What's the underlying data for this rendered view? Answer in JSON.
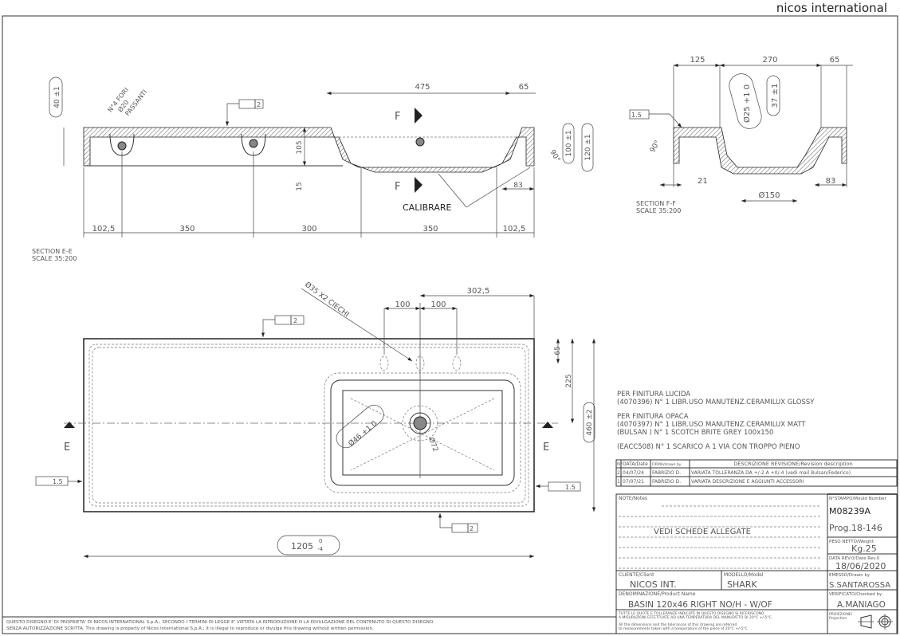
{
  "logo": "nicos international",
  "section_ee": {
    "label": "SECTION E-E",
    "scale": "SCALE 35:200",
    "dims": {
      "d475": "475",
      "d65": "65",
      "d40": "40 ±1",
      "d105": "105",
      "d15": "15",
      "d100": "100 ±1",
      "d120": "120 ±1",
      "d83": "83",
      "angle": "90°",
      "bottom": [
        "102,5",
        "350",
        "300",
        "350",
        "102,5"
      ]
    },
    "holes_note": [
      "N°4 FORI",
      "Ø20",
      "PASSANTI"
    ],
    "flatness": "2",
    "section_mark": "F",
    "calibrare": "CALIBRARE"
  },
  "section_ff": {
    "label": "SECTION F-F",
    "scale": "SCALE 35:200",
    "dims": {
      "d125": "125",
      "d270": "270",
      "d65": "65",
      "d25": "Ø25 +1 0",
      "d37": "37 ±1",
      "d21": "21",
      "d83": "83",
      "d150": "Ø150",
      "angle": "90°"
    },
    "flatness": "1.5"
  },
  "plan": {
    "dims": {
      "d302": "302,5",
      "d100a": "100",
      "d100b": "100",
      "d65": "65",
      "d225": "225",
      "d460": "460 ±2",
      "d1205": "1205",
      "tol_up": "0",
      "tol_dn": "-4",
      "d46": "Ø46 +1 0",
      "d72": "Ø72"
    },
    "holes_note": "Ø35 X2 CIECHI",
    "flatness_top": "2",
    "flatness_bottom": "2",
    "flatness_left": "1.5",
    "flatness_right": "1.5",
    "section_mark": "E"
  },
  "notes_block": [
    "PER FINITURA LUCIDA",
    "(4070396) N° 1 LIBR.USO MANUTENZ.CERAMILUX GLOSSY",
    "PER FINITURA OPACA",
    "(4070397) N° 1 LIBR.USO MANUTENZ.CERAMILUX MATT",
    "(BULSAN ) N° 1 SCOTCH BRITE GREY 100x150",
    "(EACC508) N° 1 SCARICO A 1 VIA CON TROPPO PIENO"
  ],
  "revisions": {
    "headers": [
      "N°",
      "DATA/Date",
      "FIRMA/drawn by",
      "DESCRIZIONE REVISIONE/Revision description"
    ],
    "rows": [
      [
        "2",
        "04/07/24",
        "FABRIZIO D.",
        "VARIATA TOLLERANZA DA +/-2 A +0/-4 (vedi mail Bulsan/Federico)"
      ],
      [
        "1",
        "07/07/21",
        "FABRIZIO D.",
        "VARIATA DESCRIZIONE E AGGIUNTI ACCESSORI"
      ]
    ]
  },
  "title_block": {
    "notes_label": "NOTE/Notes",
    "notes_value": "VEDI SCHEDE ALLEGATE",
    "mould_label": "N°STAMPO/Mould Number",
    "mould": "M08239A",
    "prog": "Prog.18-146",
    "weight_label": "PESO NETTO/Weight",
    "weight": "Kg.25",
    "date_label": "DATA REV.0/Date Rev.0",
    "date": "18/06/2020",
    "client_label": "CLIENTE/Client",
    "client": "NICOS INT.",
    "model_label": "MODELLO/Model",
    "model": "SHARK",
    "drawn_label": "EMESSO/Drawn by",
    "drawn": "S.SANTAROSSA",
    "product_label": "DENOMINAZIONE/Product Name",
    "product": "BASIN 120x46 RIGHT NO/H - W/OF",
    "checked_label": "VERIFICATO/Checked by",
    "checked": "A.MANIAGO",
    "tol_it": [
      "TUTTE LE QUOTE E TOLLERANZE INDICATE IN QUESTO DISEGNO SI RIFERISCONO",
      "A MISURAZIONI EFFETTUATE AD UNA TEMPERATURA DEL MANUFATTO DI 20°C +/-5°C."
    ],
    "tol_en": [
      "All the dimensions and the tolerances of this drawing are referred",
      "to measurements taken with a temperature of the piece of 20°C +/-5°C."
    ],
    "projection_label": [
      "PROIEZIONE/",
      "Projection"
    ]
  },
  "footer": [
    "QUESTO DISEGNO E' DI PROPRIETA' DI NICOS INTERNATIONAL S.p.A.; SECONDO I TERMINI DI LEGGE E' VIETATA LA RIPRODUZIONE O LA DIVULGAZIONE DEL CONTENUTO DI QUESTO DISEGNO",
    "SENZA AUTORIZZAZIONE SCRITTA. This drawing is property of Nicos International S.p.A.; it is illegal to reproduce or divulge this drawing without written permission."
  ]
}
